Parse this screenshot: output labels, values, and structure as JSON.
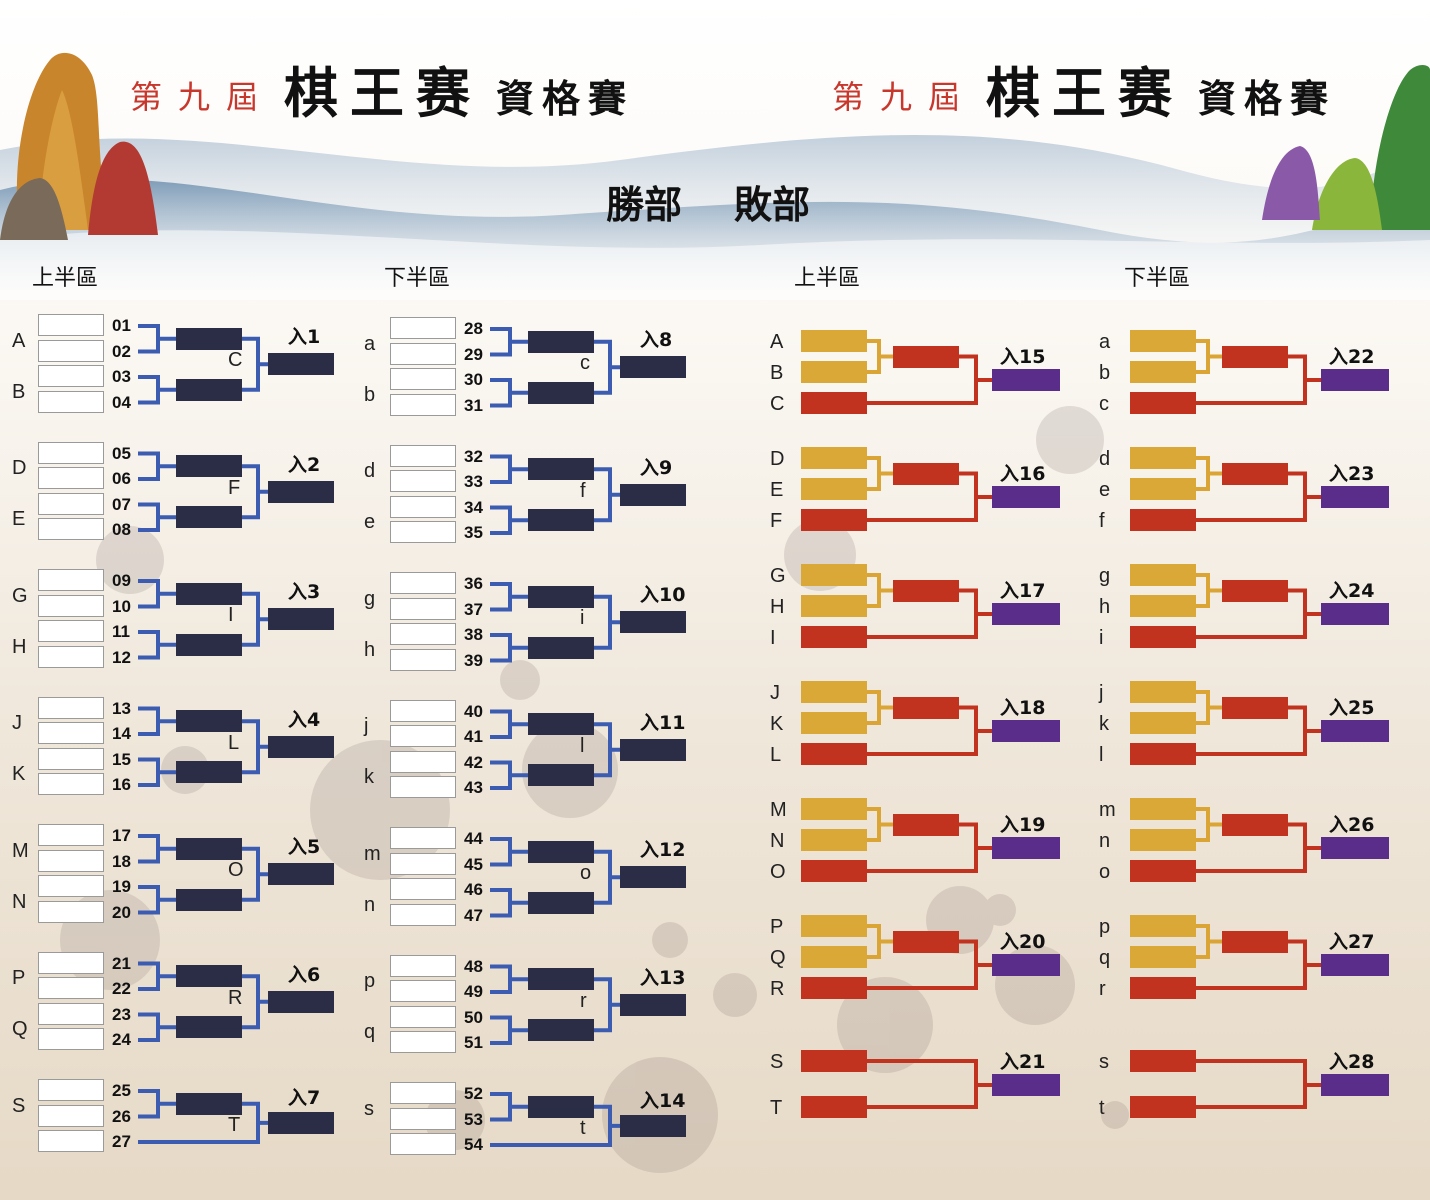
{
  "colors": {
    "winners_line": "#3b5cb0",
    "winners_bar": "#2b2c46",
    "seed_bar": "#d9a836",
    "seed_line": "#dba536",
    "loser_bar": "#c2331f",
    "final_bar": "#5a2d8a"
  },
  "header": {
    "titles": [
      {
        "edition": "第九屆",
        "name": "棋王赛",
        "qualifier": "資格賽"
      },
      {
        "edition": "第九屆",
        "name": "棋王赛",
        "qualifier": "資格賽"
      }
    ],
    "divisions": [
      "勝部",
      "敗部"
    ]
  },
  "winners": {
    "halves": [
      {
        "label": "上半區",
        "groups": [
          {
            "labels": [
              "A",
              "B"
            ],
            "numbers": [
              "01",
              "02",
              "03",
              "04"
            ],
            "winner": "C",
            "output": "入1"
          },
          {
            "labels": [
              "D",
              "E"
            ],
            "numbers": [
              "05",
              "06",
              "07",
              "08"
            ],
            "winner": "F",
            "output": "入2"
          },
          {
            "labels": [
              "G",
              "H"
            ],
            "numbers": [
              "09",
              "10",
              "11",
              "12"
            ],
            "winner": "I",
            "output": "入3"
          },
          {
            "labels": [
              "J",
              "K"
            ],
            "numbers": [
              "13",
              "14",
              "15",
              "16"
            ],
            "winner": "L",
            "output": "入4"
          },
          {
            "labels": [
              "M",
              "N"
            ],
            "numbers": [
              "17",
              "18",
              "19",
              "20"
            ],
            "winner": "O",
            "output": "入5"
          },
          {
            "labels": [
              "P",
              "Q"
            ],
            "numbers": [
              "21",
              "22",
              "23",
              "24"
            ],
            "winner": "R",
            "output": "入6"
          },
          {
            "labels": [
              "S"
            ],
            "numbers": [
              "25",
              "26",
              "27"
            ],
            "winner": "T",
            "output": "入7"
          }
        ]
      },
      {
        "label": "下半區",
        "groups": [
          {
            "labels": [
              "a",
              "b"
            ],
            "numbers": [
              "28",
              "29",
              "30",
              "31"
            ],
            "winner": "c",
            "output": "入8"
          },
          {
            "labels": [
              "d",
              "e"
            ],
            "numbers": [
              "32",
              "33",
              "34",
              "35"
            ],
            "winner": "f",
            "output": "入9"
          },
          {
            "labels": [
              "g",
              "h"
            ],
            "numbers": [
              "36",
              "37",
              "38",
              "39"
            ],
            "winner": "i",
            "output": "入10"
          },
          {
            "labels": [
              "j",
              "k"
            ],
            "numbers": [
              "40",
              "41",
              "42",
              "43"
            ],
            "winner": "l",
            "output": "入11"
          },
          {
            "labels": [
              "m",
              "n"
            ],
            "numbers": [
              "44",
              "45",
              "46",
              "47"
            ],
            "winner": "o",
            "output": "入12"
          },
          {
            "labels": [
              "p",
              "q"
            ],
            "numbers": [
              "48",
              "49",
              "50",
              "51"
            ],
            "winner": "r",
            "output": "入13"
          },
          {
            "labels": [
              "s"
            ],
            "numbers": [
              "52",
              "53",
              "54"
            ],
            "winner": "t",
            "output": "入14"
          }
        ]
      }
    ]
  },
  "losers": {
    "halves": [
      {
        "label": "上半區",
        "groups": [
          {
            "labels": [
              "A",
              "B",
              "C"
            ],
            "output": "入15"
          },
          {
            "labels": [
              "D",
              "E",
              "F"
            ],
            "output": "入16"
          },
          {
            "labels": [
              "G",
              "H",
              "I"
            ],
            "output": "入17"
          },
          {
            "labels": [
              "J",
              "K",
              "L"
            ],
            "output": "入18"
          },
          {
            "labels": [
              "M",
              "N",
              "O"
            ],
            "output": "入19"
          },
          {
            "labels": [
              "P",
              "Q",
              "R"
            ],
            "output": "入20"
          },
          {
            "labels": [
              "S",
              "T"
            ],
            "output": "入21"
          }
        ]
      },
      {
        "label": "下半區",
        "groups": [
          {
            "labels": [
              "a",
              "b",
              "c"
            ],
            "output": "入22"
          },
          {
            "labels": [
              "d",
              "e",
              "f"
            ],
            "output": "入23"
          },
          {
            "labels": [
              "g",
              "h",
              "i"
            ],
            "output": "入24"
          },
          {
            "labels": [
              "j",
              "k",
              "l"
            ],
            "output": "入25"
          },
          {
            "labels": [
              "m",
              "n",
              "o"
            ],
            "output": "入26"
          },
          {
            "labels": [
              "p",
              "q",
              "r"
            ],
            "output": "入27"
          },
          {
            "labels": [
              "s",
              "t"
            ],
            "output": "入28"
          }
        ]
      }
    ]
  }
}
